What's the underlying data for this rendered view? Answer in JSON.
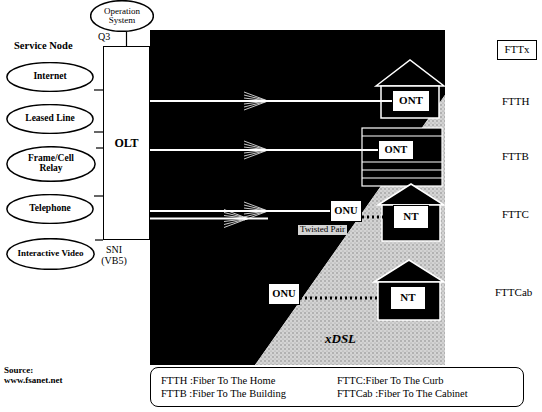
{
  "diagram": {
    "nodes": [
      {
        "text": [
          "Operation System"
        ]
      },
      {
        "text": [
          "Internet"
        ]
      },
      {
        "text": [
          "Leased Line"
        ]
      },
      {
        "text": [
          "Frame/Cell Relay"
        ]
      },
      {
        "text": [
          "Telephone"
        ]
      },
      {
        "text": [
          "Interactive Video"
        ]
      },
      {
        "text": [
          "OLT"
        ]
      },
      {
        "text": [
          "ONT"
        ]
      },
      {
        "text": [
          "ONT"
        ]
      },
      {
        "text": [
          "ONU"
        ]
      },
      {
        "text": [
          "NT"
        ]
      },
      {
        "text": [
          "ONU"
        ]
      },
      {
        "text": [
          "NT"
        ]
      },
      {
        "text": [
          "FTTx"
        ]
      },
      {
        "text": [
          "FTTH :Fiber To The Home",
          "FTTC:Fiber To The Curb",
          "FTTB :Fiber To The Building",
          "FTTCab :Fiber To The Cabinet"
        ]
      }
    ],
    "edges": [
      {
        "from": 0,
        "to": 6,
        "arrow": "none"
      },
      {
        "from": 1,
        "to": 6,
        "arrow": "none"
      },
      {
        "from": 2,
        "to": 6,
        "arrow": "none"
      },
      {
        "from": 3,
        "to": 6,
        "arrow": "none"
      },
      {
        "from": 4,
        "to": 6,
        "arrow": "none"
      },
      {
        "from": 5,
        "to": 6,
        "arrow": "none"
      },
      {
        "from": 6,
        "to": 7,
        "arrow": "none"
      },
      {
        "from": 6,
        "to": 8,
        "arrow": "none"
      },
      {
        "from": 6,
        "to": 9,
        "arrow": "none"
      },
      {
        "from": 6,
        "to": 11,
        "arrow": "none"
      },
      {
        "from": 9,
        "to": 10,
        "arrow": "none"
      },
      {
        "from": 11,
        "to": 12,
        "arrow": "none"
      }
    ],
    "labels": [
      "Service Node",
      "Q3",
      "SNI (VB5)",
      "FTTH",
      "FTTB",
      "FTTC",
      "FTTCab",
      "Twisted Pair",
      "xDSL",
      "Source: www.fsanet.net"
    ]
  }
}
